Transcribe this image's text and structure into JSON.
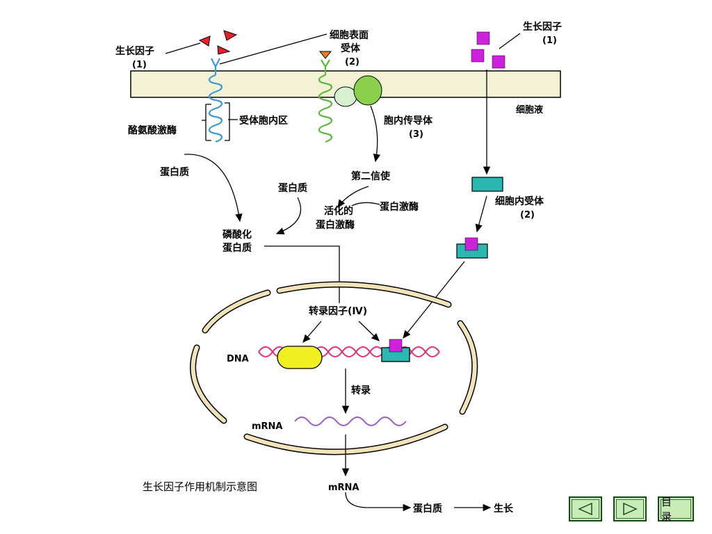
{
  "labels": {
    "growth_factor_1_left": "生长因子",
    "growth_factor_1_left_num": "(1)",
    "surface_receptor": "细胞表面",
    "surface_receptor_2": "受体",
    "surface_receptor_num": "(2)",
    "growth_factor_1_right": "生长因子",
    "growth_factor_1_right_num": "(1)",
    "cytosol": "细胞液",
    "tyrosine_kinase": "酪氨酸激酶",
    "receptor_intracellular": "受体胞内区",
    "transducer": "胞内传导体",
    "transducer_num": "(3)",
    "protein_left": "蛋白质",
    "second_messenger": "第二信使",
    "protein_mid": "蛋白质",
    "activated_kinase_1": "活化的",
    "activated_kinase_2": "蛋白激酶",
    "protein_kinase": "蛋白激酶",
    "phospho_1": "磷酸化",
    "phospho_2": "蛋白质",
    "intracellular_receptor": "细胞内受体",
    "intracellular_receptor_num": "(2)",
    "transcription_factor": "转录因子(Ⅳ)",
    "dna": "DNA",
    "transcription": "转录",
    "mrna_inner": "mRNA",
    "mrna_outer": "mRNA",
    "caption": "生长因子作用机制示意图",
    "protein_final": "蛋白质",
    "growth": "生长"
  },
  "nav": {
    "prev_icon": "triangle-left-icon",
    "next_icon": "triangle-right-icon",
    "menu_label": "目 录"
  },
  "colors": {
    "membrane": "#f4f2d4",
    "nucleus": "#f2e4b8",
    "receptor_left": "#3a9ad8",
    "receptor_mid": "#5ab83a",
    "growth_factor_red": "#e8202a",
    "growth_factor_orange": "#e8802a",
    "growth_factor_magenta": "#cc22dd",
    "transducer_light": "#d6f0d0",
    "transducer_dark": "#8ad04a",
    "intracellular_receptor": "#2ab8b0",
    "dna": "#e0307a",
    "mrna": "#9a5ad0",
    "yellow_factor": "#f0f020"
  }
}
